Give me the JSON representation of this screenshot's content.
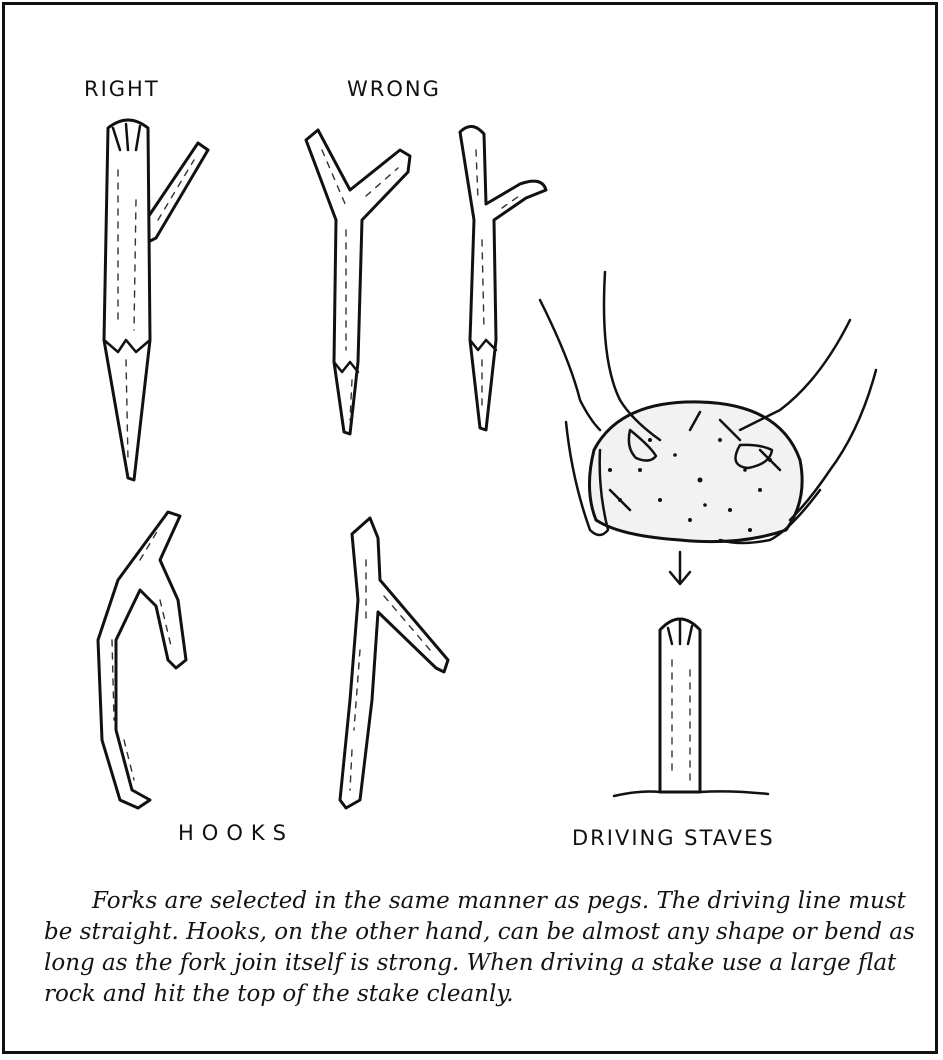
{
  "labels": {
    "right": "RIGHT",
    "wrong": "WRONG",
    "hooks": "HOOKS",
    "driving_staves": "DRIVING STAVES"
  },
  "caption": "Forks are selected in the same manner as pegs. The driving line must be straight. Hooks, on the other hand, can be almost any shape or bend as long as the fork join itself is strong. When driving a stake use a large flat rock and hit the top of the stake cleanly.",
  "colors": {
    "ink": "#111111",
    "paper": "#ffffff"
  }
}
